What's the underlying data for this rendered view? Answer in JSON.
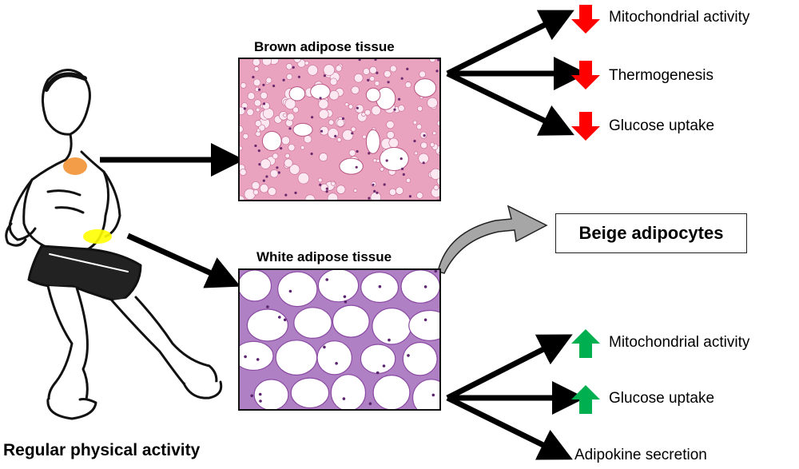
{
  "figure": {
    "caption": "Regular physical activity",
    "brown_panel": {
      "title": "Brown adipose tissue",
      "effects": [
        {
          "label": "Mitochondrial activity",
          "direction": "down",
          "color": "#ff0000"
        },
        {
          "label": "Thermogenesis",
          "direction": "down",
          "color": "#ff0000"
        },
        {
          "label": "Glucose uptake",
          "direction": "down",
          "color": "#ff0000"
        }
      ]
    },
    "white_panel": {
      "title": "White adipose tissue",
      "browning_target": "Beige adipocytes",
      "effects": [
        {
          "label": "Mitochondrial activity",
          "direction": "up",
          "color": "#00b050"
        },
        {
          "label": "Glucose uptake",
          "direction": "up",
          "color": "#00b050"
        },
        {
          "label": "Adipokine secretion",
          "direction": "none"
        }
      ]
    },
    "colors": {
      "brown_tissue_highlight": "#f28c28",
      "white_tissue_highlight": "#ffff00",
      "curved_arrow": "#a6a6a6",
      "brown_stain": "#e9a3bf",
      "white_stain_membrane": "#b080c4"
    }
  }
}
